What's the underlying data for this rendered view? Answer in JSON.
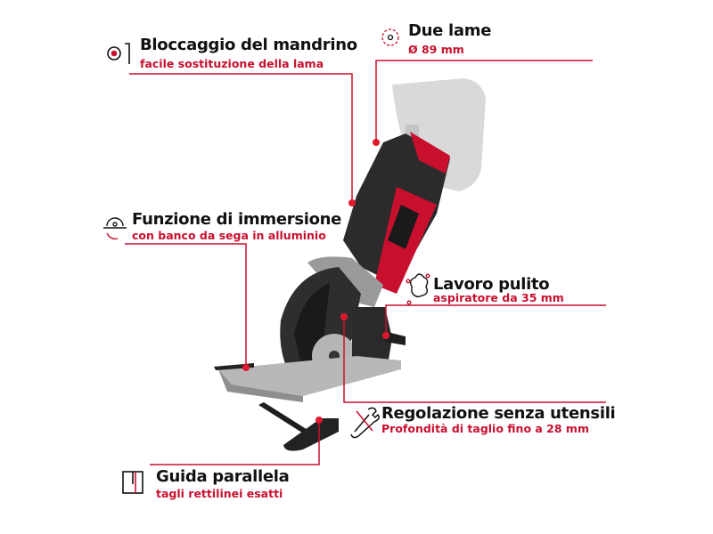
{
  "accent_color": "#c8102e",
  "callouts": [
    {
      "title": "Bloccaggio del mandrino",
      "subtitle": "facile sostituzione della lama",
      "icon": "spindle-lock-icon"
    },
    {
      "title": "Due lame",
      "subtitle": "Ø 89 mm",
      "icon": "saw-blade-icon"
    },
    {
      "title": "Funzione di immersione",
      "subtitle": "con banco da sega in alluminio",
      "icon": "plunge-cut-icon"
    },
    {
      "title": "Lavoro pulito",
      "subtitle": "aspiratore da 35 mm",
      "icon": "dust-cloud-icon"
    },
    {
      "title": "Regolazione senza utensili",
      "subtitle": "Profondità di taglio fino a 28 mm",
      "icon": "wrench-crossed-icon"
    },
    {
      "title": "Guida parallela",
      "subtitle": "tagli rettilinei esatti",
      "icon": "parallel-guide-icon"
    }
  ]
}
